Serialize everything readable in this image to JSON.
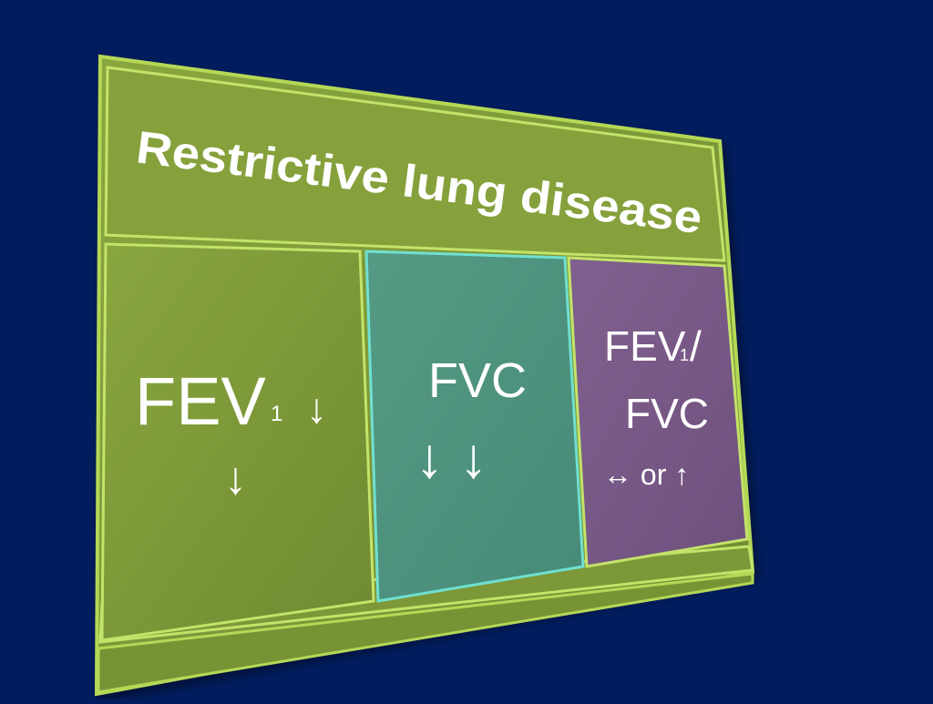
{
  "title": "Restrictive lung disease",
  "panels": {
    "fev1": {
      "label": "FEV",
      "subscript": "1",
      "arrow1": "↓",
      "arrow2": "↓",
      "color": "#8aa53e"
    },
    "fvc": {
      "label": "FVC",
      "arrows": "↓ ↓",
      "color": "#4f9581"
    },
    "ratio": {
      "line1": "FEV",
      "subscript": "1",
      "slash": "/",
      "line2": "FVC",
      "line3": "↔ or ↑",
      "color": "#7b5a88"
    }
  },
  "colors": {
    "background": "#021d5f",
    "frame": "#7f9a3b",
    "frame_edge": "#b8da5a",
    "text": "#ffffff"
  }
}
